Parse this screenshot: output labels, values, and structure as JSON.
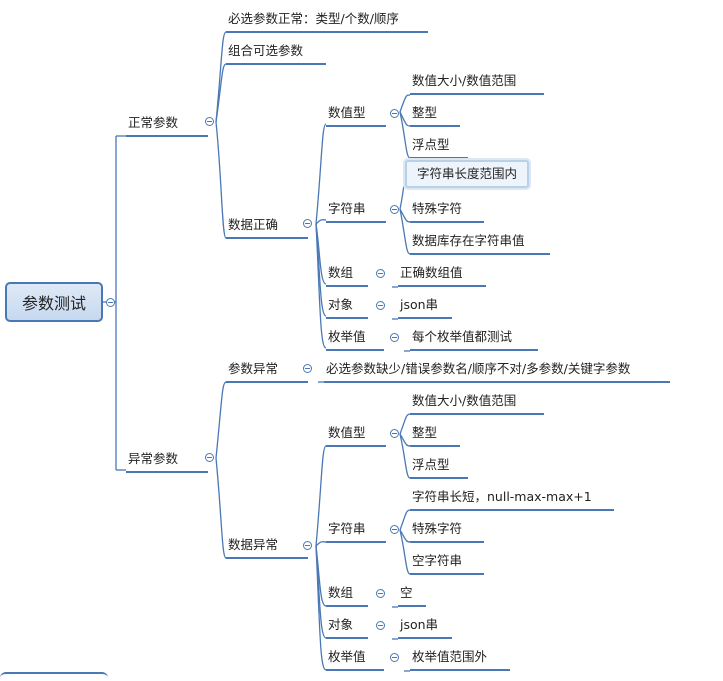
{
  "root": {
    "label": "参数测试"
  },
  "nodes": {
    "normal": "正常参数",
    "required_ok": "必选参数正常：类型/个数/顺序",
    "combo_optional": "组合可选参数",
    "data_correct": "数据正确",
    "numeric_1": "数值型",
    "num_range_1": "数值大小/数值范围",
    "integer_1": "整型",
    "float_1": "浮点型",
    "string_1": "字符串",
    "str_len_in": "字符串长度范围内",
    "special_1": "特殊字符",
    "db_string": "数据库存在字符串值",
    "array_1": "数组",
    "array_ok": "正确数组值",
    "object_1": "对象",
    "json_1": "json串",
    "enum_1": "枚举值",
    "enum_each": "每个枚举值都测试",
    "abnormal": "异常参数",
    "param_abn": "参数异常",
    "param_abn_detail": "必选参数缺少/错误参数名/顺序不对/多参数/关键字参数",
    "data_abn": "数据异常",
    "numeric_2": "数值型",
    "num_range_2": "数值大小/数值范围",
    "integer_2": "整型",
    "float_2": "浮点型",
    "string_2": "字符串",
    "str_len_out": "字符串长短，null-max-max+1",
    "special_2": "特殊字符",
    "empty_str": "空字符串",
    "array_2": "数组",
    "empty": "空",
    "object_2": "对象",
    "json_2": "json串",
    "enum_2": "枚举值",
    "enum_out": "枚举值范围外"
  }
}
